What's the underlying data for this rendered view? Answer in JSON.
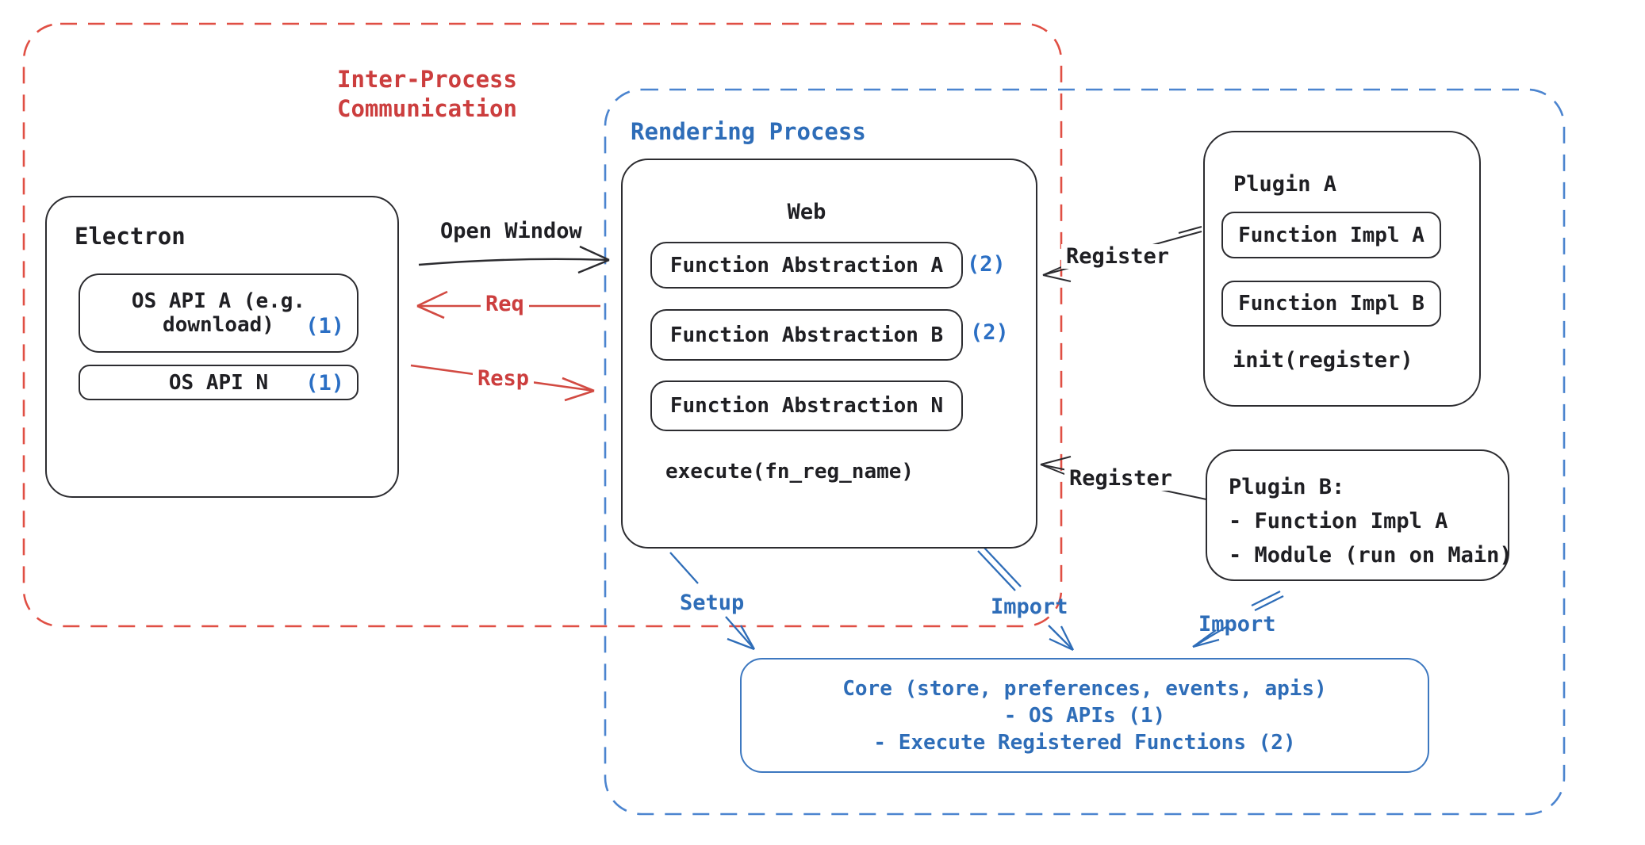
{
  "colors": {
    "background": "#ffffff",
    "ink": "#1f1f23",
    "red_text": "#cc3e3e",
    "red_dash_border": "#e04f44",
    "blue_text": "#2e6db8",
    "blue_dash_border": "#4b84cf",
    "blue_badge": "#2b6fc4",
    "core_border": "#3d78c0"
  },
  "regions": {
    "ipc": {
      "label_line1": "Inter-Process",
      "label_line2": "Communication"
    },
    "rendering": {
      "label": "Rendering Process"
    }
  },
  "electron": {
    "title": "Electron",
    "api_a_line1": "OS API A (e.g.",
    "api_a_line2": "download)",
    "api_a_badge": "(1)",
    "api_n_label": "OS API N",
    "api_n_badge": "(1)"
  },
  "web": {
    "title": "Web",
    "abstractions": [
      {
        "label": "Function Abstraction A",
        "badge": "(2)"
      },
      {
        "label": "Function Abstraction B",
        "badge": "(2)"
      },
      {
        "label": "Function Abstraction N",
        "badge": ""
      }
    ],
    "execute": "execute(fn_reg_name)"
  },
  "plugin_a": {
    "title": "Plugin A",
    "impl_a": "Function Impl A",
    "impl_b": "Function Impl B",
    "init": "init(register)"
  },
  "plugin_b": {
    "title": "Plugin B:",
    "line1": "- Function Impl A",
    "line2": "- Module (run on Main)"
  },
  "core": {
    "line1": "Core (store, preferences, events, apis)",
    "line2": "- OS APIs (1)",
    "line3": "- Execute Registered Functions (2)"
  },
  "arrows": {
    "open_window": "Open Window",
    "req": "Req",
    "resp": "Resp",
    "register_a": "Register",
    "register_b": "Register",
    "setup": "Setup",
    "import_web": "Import",
    "import_plugin": "Import"
  }
}
